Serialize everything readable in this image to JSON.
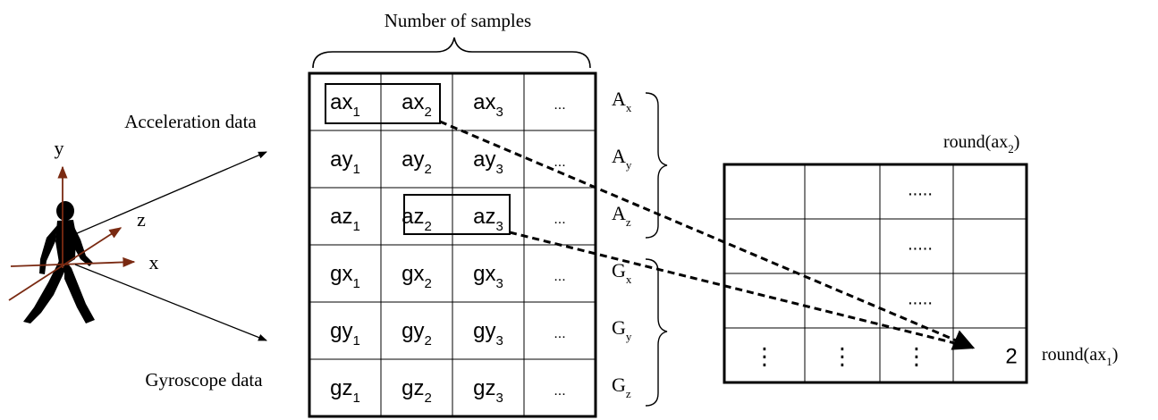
{
  "header": {
    "samples_label": "Number of samples"
  },
  "left_labels": {
    "acceleration": "Acceleration data",
    "gyroscope": "Gyroscope data"
  },
  "axes": {
    "y": "y",
    "z": "z",
    "x": "x"
  },
  "table": {
    "rows": [
      {
        "cells": [
          {
            "b": "ax",
            "s": "1"
          },
          {
            "b": "ax",
            "s": "2"
          },
          {
            "b": "ax",
            "s": "3"
          },
          {
            "b": "...",
            "s": ""
          }
        ],
        "label": {
          "b": "A",
          "s": "x"
        }
      },
      {
        "cells": [
          {
            "b": "ay",
            "s": "1"
          },
          {
            "b": "ay",
            "s": "2"
          },
          {
            "b": "ay",
            "s": "3"
          },
          {
            "b": "...",
            "s": ""
          }
        ],
        "label": {
          "b": "A",
          "s": "y"
        }
      },
      {
        "cells": [
          {
            "b": "az",
            "s": "1"
          },
          {
            "b": "az",
            "s": "2"
          },
          {
            "b": "az",
            "s": "3"
          },
          {
            "b": "...",
            "s": ""
          }
        ],
        "label": {
          "b": "A",
          "s": "z"
        }
      },
      {
        "cells": [
          {
            "b": "gx",
            "s": "1"
          },
          {
            "b": "gx",
            "s": "2"
          },
          {
            "b": "gx",
            "s": "3"
          },
          {
            "b": "...",
            "s": ""
          }
        ],
        "label": {
          "b": "G",
          "s": "x"
        }
      },
      {
        "cells": [
          {
            "b": "gy",
            "s": "1"
          },
          {
            "b": "gy",
            "s": "2"
          },
          {
            "b": "gy",
            "s": "3"
          },
          {
            "b": "...",
            "s": ""
          }
        ],
        "label": {
          "b": "G",
          "s": "y"
        }
      },
      {
        "cells": [
          {
            "b": "gz",
            "s": "1"
          },
          {
            "b": "gz",
            "s": "2"
          },
          {
            "b": "gz",
            "s": "3"
          },
          {
            "b": "...",
            "s": ""
          }
        ],
        "label": {
          "b": "G",
          "s": "z"
        }
      }
    ]
  },
  "grid": {
    "top_label": {
      "pre": "round(ax",
      "sub": "2",
      "post": ")"
    },
    "right_label": {
      "pre": "round(ax",
      "sub": "1",
      "post": ")"
    },
    "dots_horizontal": ".....",
    "dots_vertical": "⋮",
    "value": "2"
  }
}
